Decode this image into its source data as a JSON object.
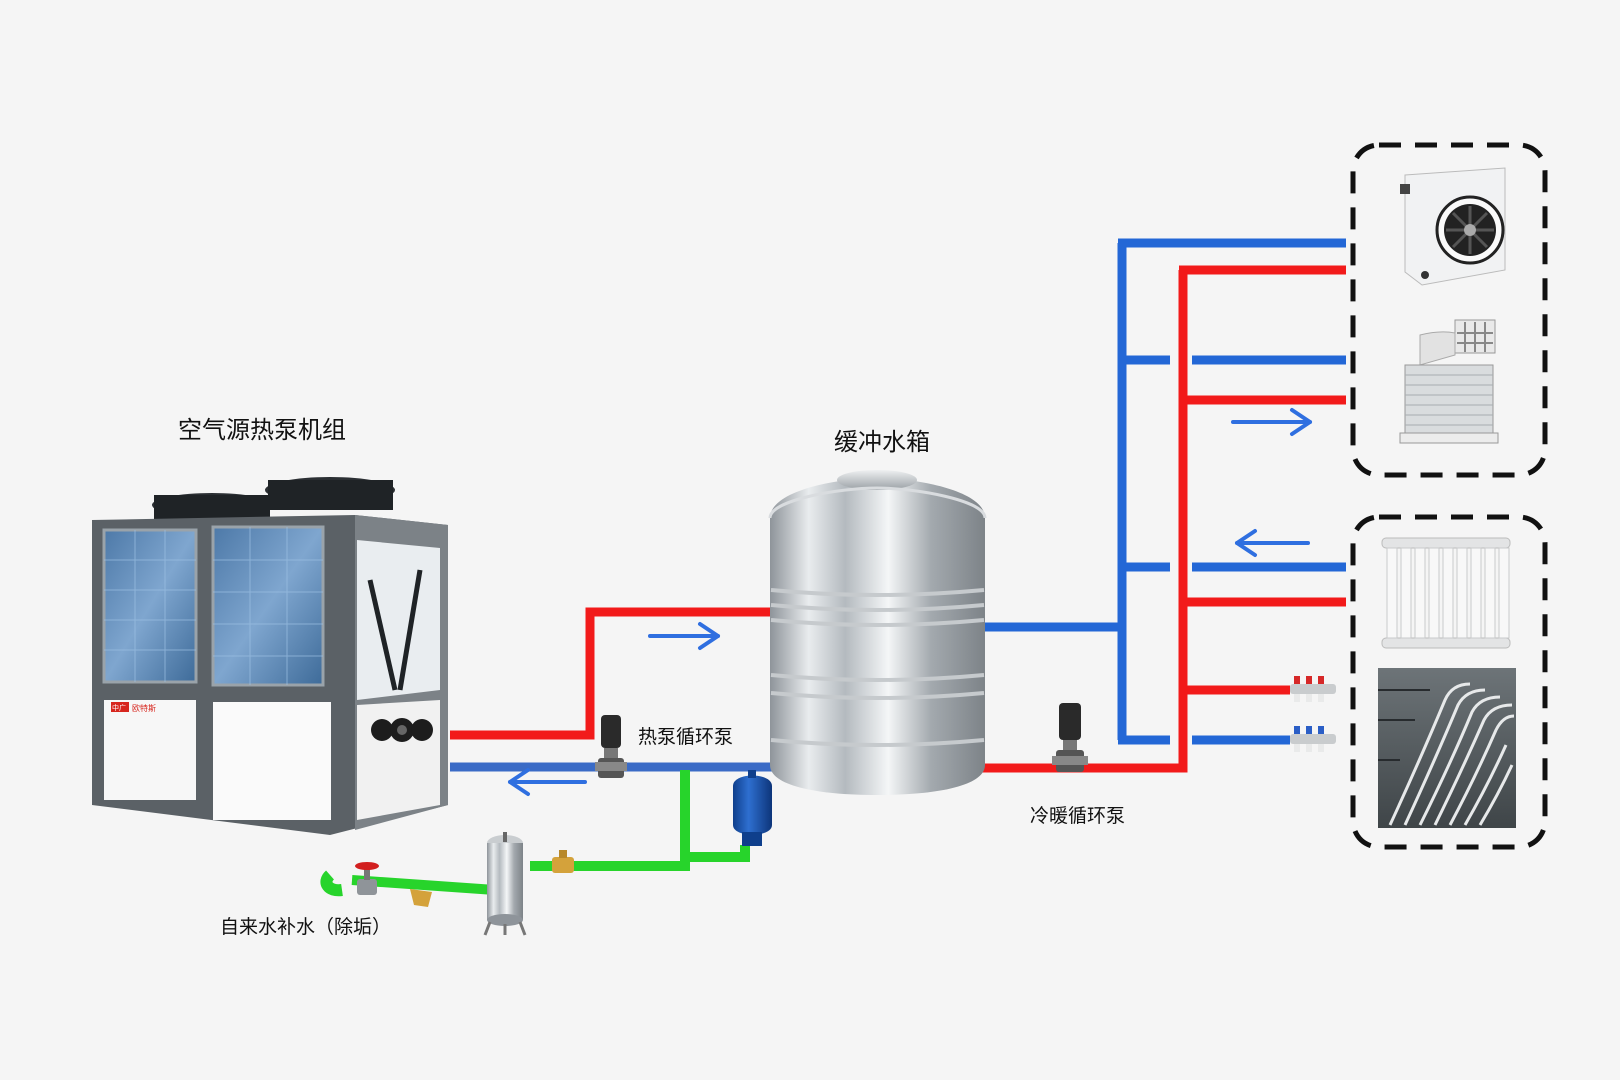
{
  "labels": {
    "heat_pump_unit": "空气源热泵机组",
    "buffer_tank": "缓冲水箱",
    "heat_pump_circ_pump": "热泵循环泵",
    "hvac_circ_pump": "冷暖循环泵",
    "tap_water_makeup": "自来水补水（除垢）"
  },
  "brand": {
    "logo_text": "中广",
    "brand_name": "欧特斯"
  },
  "colors": {
    "supply_pipe": "#f21a1a",
    "return_pipe": "#2367d6",
    "makeup_pipe": "#27d42b",
    "flow_arrow": "#2f6fe0",
    "dashed_box": "#111111",
    "background": "#f5f5f5"
  },
  "icons": {
    "heat_pump": "air-source-heat-pump-icon",
    "tank": "stainless-water-tank-icon",
    "pump": "inline-circulation-pump-icon",
    "expansion": "expansion-tank-icon",
    "filter": "descaler-filter-icon",
    "valve": "gate-valve-icon",
    "fan_coil": "fan-heater-icon",
    "air_cooler": "evaporative-air-cooler-icon",
    "radiator": "radiator-icon",
    "manifold": "floor-heating-manifold-icon",
    "floor_heating": "underfloor-heating-pipes-icon"
  }
}
